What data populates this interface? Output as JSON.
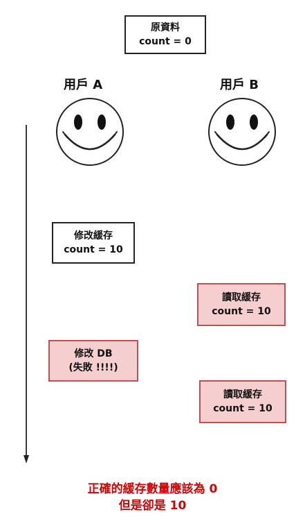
{
  "original_box": {
    "title": "原資料",
    "value": "count = 0"
  },
  "users": {
    "a": {
      "label": "用戶 A"
    },
    "b": {
      "label": "用戶 B"
    }
  },
  "events": {
    "a_update_cache": {
      "title": "修改緩存",
      "value": "count = 10"
    },
    "b_read_cache_1": {
      "title": "讀取緩存",
      "value": "count = 10"
    },
    "a_update_db": {
      "title": "修改 DB",
      "value": "(失敗 !!!!)"
    },
    "b_read_cache_2": {
      "title": "讀取緩存",
      "value": "count = 10"
    }
  },
  "conclusion": {
    "line1": "正確的緩存數量應該為 0",
    "line2": "但是卻是 10"
  },
  "colors": {
    "box_border": "#222222",
    "pink_fill": "#f5cfcf",
    "pink_border": "#c05050",
    "conclusion_text": "#d40000"
  },
  "icons": {
    "user_face": "smiley-face-icon",
    "timeline": "down-arrow-icon"
  }
}
